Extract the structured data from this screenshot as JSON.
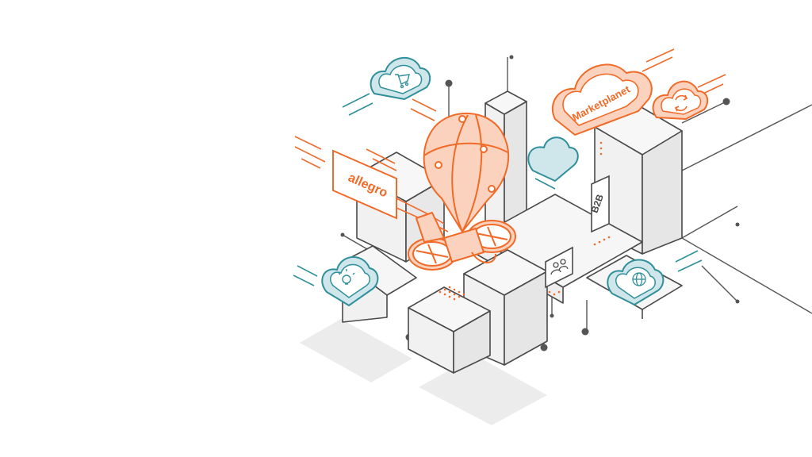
{
  "labels": {
    "flag": "allegro",
    "cloud": "Marketplanet",
    "sign": "B2B"
  },
  "colors": {
    "orange": "#f06a28",
    "orange_fill": "#fbd2bd",
    "teal": "#2f8f9a",
    "teal_fill": "#cfe6ea",
    "line": "#4a4a4a",
    "building_fill": "#f1f1f1",
    "shadow": "#ebebeb"
  },
  "icons": [
    "cart-icon",
    "refresh-icon",
    "lightbulb-icon",
    "globe-icon",
    "users-icon",
    "drone-icon"
  ]
}
